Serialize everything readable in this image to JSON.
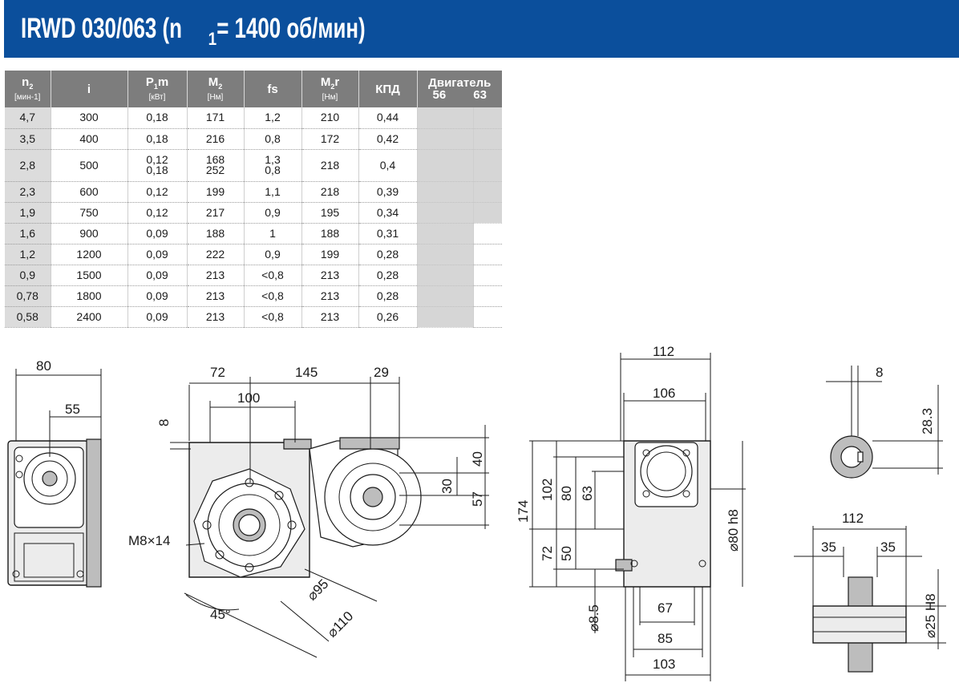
{
  "header": {
    "title_prefix": "IRWD 030/063 (n",
    "title_sub": "1",
    "title_suffix": " = 1400 об/мин)",
    "background": "#0b4f9c"
  },
  "table": {
    "columns": [
      {
        "label": "n",
        "sub": "2",
        "unit": "[мин-1]"
      },
      {
        "label": "i",
        "sub": "",
        "unit": ""
      },
      {
        "label": "P",
        "sub": "1",
        "label_tail": "m",
        "unit": "[кВт]"
      },
      {
        "label": "M",
        "sub": "2",
        "unit": "[Нм]"
      },
      {
        "label": "fs",
        "sub": "",
        "unit": ""
      },
      {
        "label": "M",
        "sub": "2",
        "label_tail": "r",
        "unit": "[Нм]"
      },
      {
        "label": "КПД",
        "sub": "",
        "unit": ""
      }
    ],
    "motor_group": {
      "label": "Двигатель",
      "sizes": [
        "56",
        "63"
      ]
    },
    "rows": [
      {
        "n2": "4,7",
        "i": "300",
        "p1m": [
          "0,18"
        ],
        "m2": [
          "171"
        ],
        "fs": [
          "1,2"
        ],
        "m2r": "210",
        "kpd": "0,44",
        "m56": true,
        "m63": true
      },
      {
        "n2": "3,5",
        "i": "400",
        "p1m": [
          "0,18"
        ],
        "m2": [
          "216"
        ],
        "fs": [
          "0,8"
        ],
        "m2r": "172",
        "kpd": "0,42",
        "m56": true,
        "m63": true
      },
      {
        "n2": "2,8",
        "i": "500",
        "p1m": [
          "0,12",
          "0,18"
        ],
        "m2": [
          "168",
          "252"
        ],
        "fs": [
          "1,3",
          "0,8"
        ],
        "m2r": "218",
        "kpd": "0,4",
        "m56": true,
        "m63": true
      },
      {
        "n2": "2,3",
        "i": "600",
        "p1m": [
          "0,12"
        ],
        "m2": [
          "199"
        ],
        "fs": [
          "1,1"
        ],
        "m2r": "218",
        "kpd": "0,39",
        "m56": true,
        "m63": true
      },
      {
        "n2": "1,9",
        "i": "750",
        "p1m": [
          "0,12"
        ],
        "m2": [
          "217"
        ],
        "fs": [
          "0,9"
        ],
        "m2r": "195",
        "kpd": "0,34",
        "m56": true,
        "m63": true
      },
      {
        "n2": "1,6",
        "i": "900",
        "p1m": [
          "0,09"
        ],
        "m2": [
          "188"
        ],
        "fs": [
          "1"
        ],
        "m2r": "188",
        "kpd": "0,31",
        "m56": true,
        "m63": false
      },
      {
        "n2": "1,2",
        "i": "1200",
        "p1m": [
          "0,09"
        ],
        "m2": [
          "222"
        ],
        "fs": [
          "0,9"
        ],
        "m2r": "199",
        "kpd": "0,28",
        "m56": true,
        "m63": false
      },
      {
        "n2": "0,9",
        "i": "1500",
        "p1m": [
          "0,09"
        ],
        "m2": [
          "213"
        ],
        "fs": [
          "<0,8"
        ],
        "m2r": "213",
        "kpd": "0,28",
        "m56": true,
        "m63": false
      },
      {
        "n2": "0,78",
        "i": "1800",
        "p1m": [
          "0,09"
        ],
        "m2": [
          "213"
        ],
        "fs": [
          "<0,8"
        ],
        "m2r": "213",
        "kpd": "0,28",
        "m56": true,
        "m63": false
      },
      {
        "n2": "0,58",
        "i": "2400",
        "p1m": [
          "0,09"
        ],
        "m2": [
          "213"
        ],
        "fs": [
          "<0,8"
        ],
        "m2r": "213",
        "kpd": "0,26",
        "m56": true,
        "m63": false
      }
    ]
  },
  "drawings": {
    "side_view": {
      "dim_80": "80",
      "dim_55": "55"
    },
    "front_view": {
      "dim_72": "72",
      "dim_145": "145",
      "dim_29": "29",
      "dim_100": "100",
      "dim_8": "8",
      "dim_40": "40",
      "dim_30": "30",
      "dim_57": "57",
      "thread_label": "M8×14",
      "angle_label": "45°",
      "dia_95": "⌀95",
      "dia_110": "⌀110"
    },
    "end_view": {
      "dim_112": "112",
      "dim_106": "106",
      "dim_174": "174",
      "dim_102": "102",
      "dim_80": "80",
      "dim_63": "63",
      "dim_72": "72",
      "dim_50": "50",
      "dim_67": "67",
      "dim_85": "85",
      "dim_103": "103",
      "hole": "⌀8.5",
      "fit": "⌀80 h8"
    },
    "shaft_detail": {
      "dim_8": "8",
      "dim_283": "28.3"
    },
    "hub_detail": {
      "dim_112": "112",
      "dim_35a": "35",
      "dim_35b": "35",
      "bore": "⌀25 H8"
    }
  }
}
